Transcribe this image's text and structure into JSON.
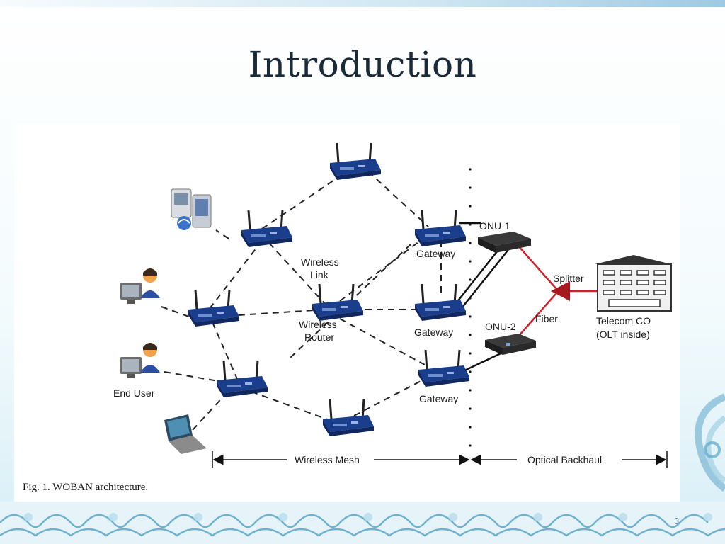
{
  "slide": {
    "title": "Introduction",
    "page_number": "3"
  },
  "figure": {
    "caption": "Fig. 1.   WOBAN architecture.",
    "labels": {
      "wireless_link_1": "Wireless",
      "wireless_link_2": "Link",
      "wireless_router_1": "Wireless",
      "wireless_router_2": "Router",
      "gateway_top": "Gateway",
      "gateway_mid": "Gateway",
      "gateway_bottom": "Gateway",
      "onu1": "ONU-1",
      "onu2": "ONU-2",
      "splitter": "Splitter",
      "fiber": "Fiber",
      "telecom_1": "Telecom CO",
      "telecom_2": "(OLT inside)",
      "end_user": "End User",
      "wireless_mesh": "Wireless Mesh",
      "optical_backhaul": "Optical Backhaul"
    }
  },
  "colors": {
    "fiber_link": "#d0202a",
    "router_body": "#1a3d8c",
    "title_text": "#1b2a3a",
    "wave_blue": "#5aa6c8"
  }
}
